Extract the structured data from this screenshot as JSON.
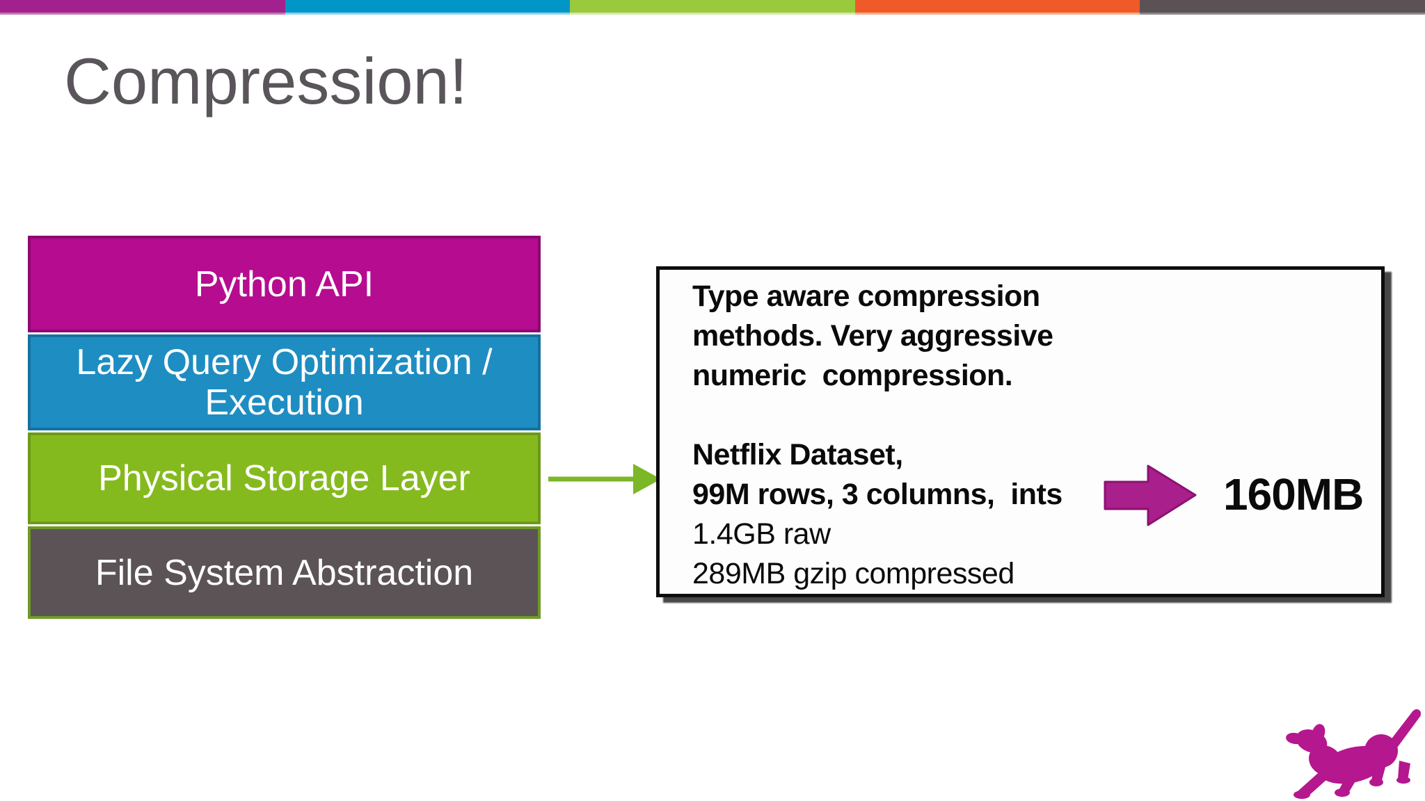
{
  "accent_bar": {
    "segment_colors": [
      "#a3218e",
      "#0096c8",
      "#99c93d",
      "#f05a28",
      "#5a5255"
    ]
  },
  "title": "Compression!",
  "architecture_stack": {
    "layers": [
      {
        "name": "python-api",
        "lines": [
          "Python API"
        ],
        "bg": "#b50c90"
      },
      {
        "name": "lazy-query",
        "lines": [
          "Lazy Query Optimization /",
          "Execution"
        ],
        "bg": "#1e8dc2"
      },
      {
        "name": "physical-storage",
        "lines": [
          "Physical Storage Layer"
        ],
        "bg": "#85ba1f"
      },
      {
        "name": "file-system",
        "lines": [
          "File System Abstraction"
        ],
        "bg": "#5b5356"
      }
    ]
  },
  "connector_arrow": {
    "color": "#7cb728"
  },
  "info_box": {
    "description_lines": [
      "Type aware compression",
      "methods. Very aggressive",
      "numeric  compression."
    ],
    "dataset_bold_lines": [
      "Netflix Dataset,",
      "99M rows, 3 columns,  ints"
    ],
    "dataset_regular_lines": [
      "1.4GB raw",
      "289MB gzip compressed"
    ],
    "result_arrow_color": "#a91f8c",
    "result_value": "160MB"
  },
  "logo": {
    "name": "dog-logo",
    "color": "#b5178e"
  }
}
